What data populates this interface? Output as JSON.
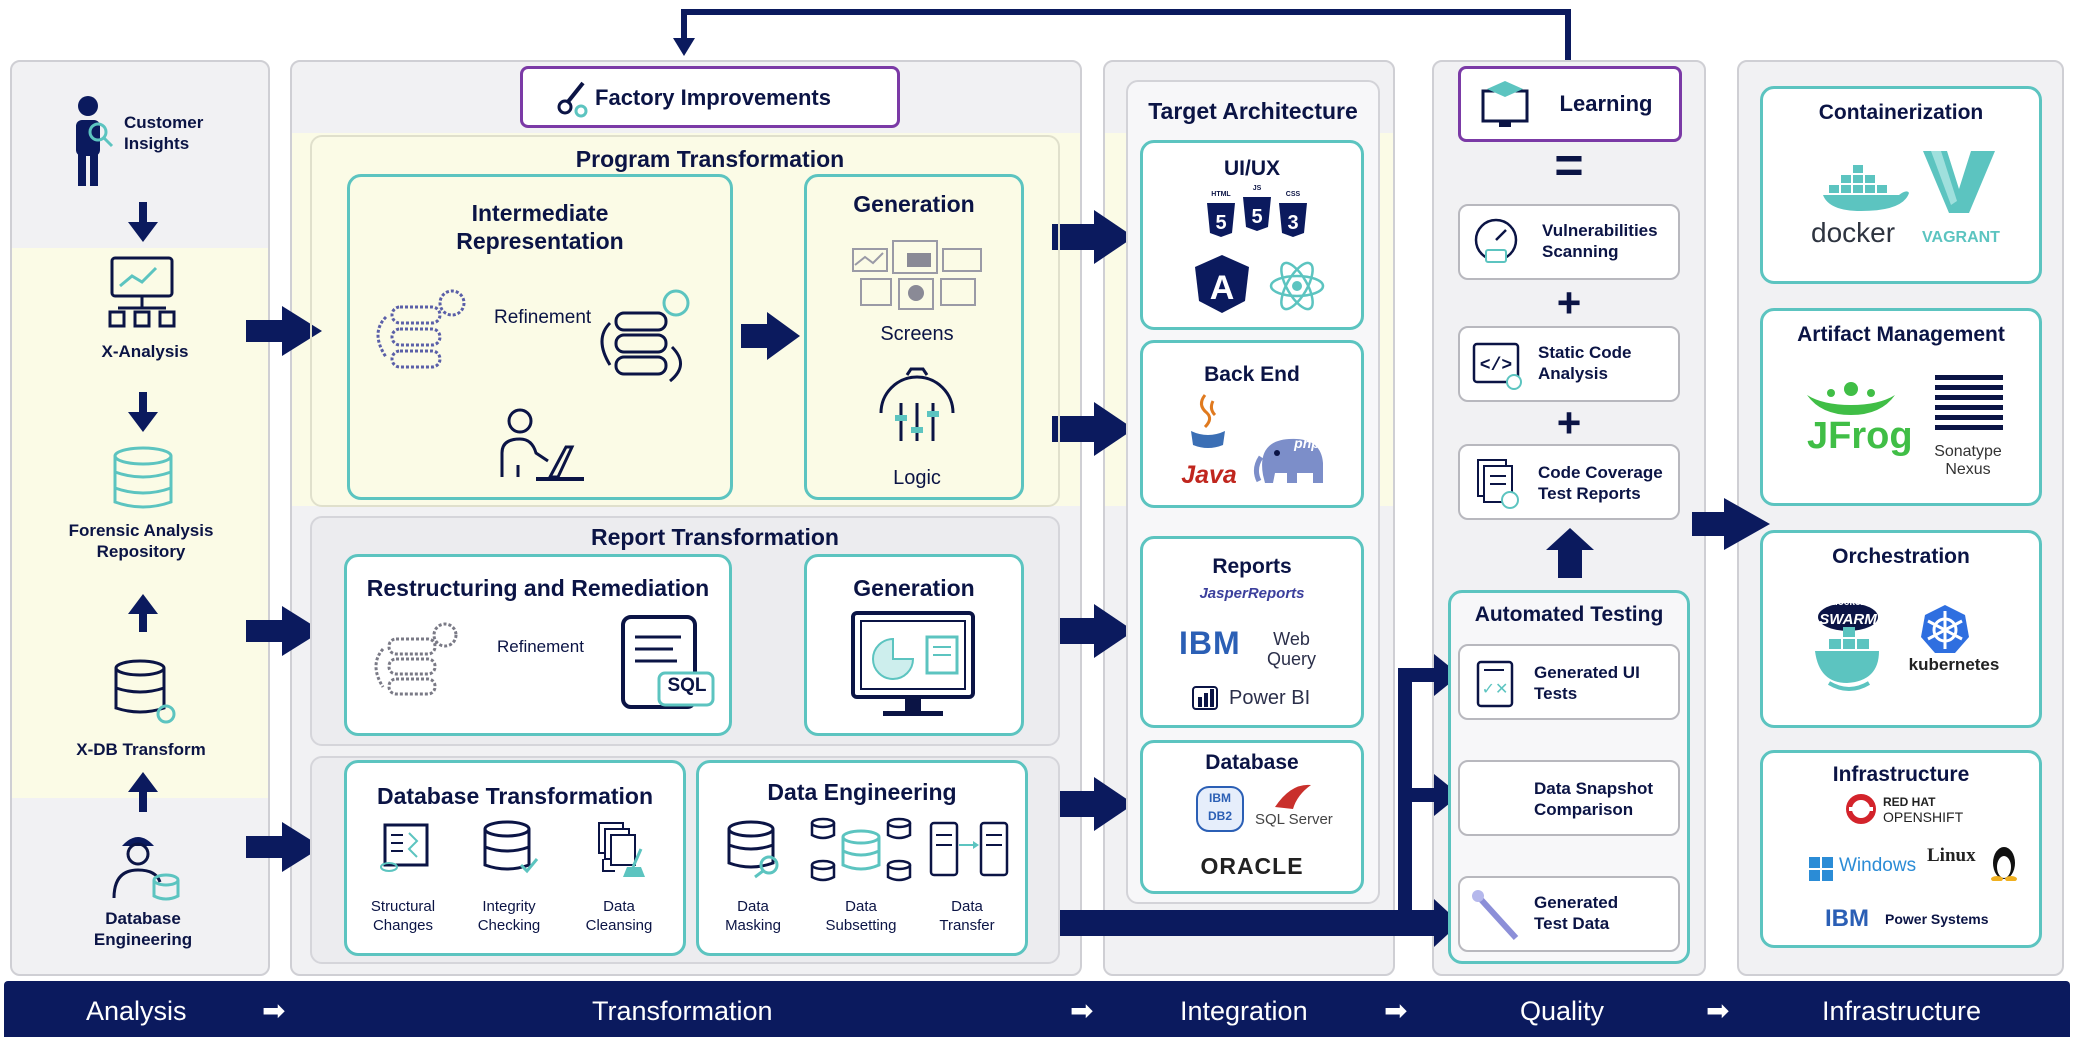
{
  "top_pills": {
    "factory": "Factory Improvements",
    "learning": "Learning"
  },
  "analysis": {
    "customer": "Customer\nInsights",
    "x_analysis": "X-Analysis",
    "forensic": "Forensic Analysis\nRepository",
    "xdb": "X-DB Transform",
    "db_eng": "Database\nEngineering"
  },
  "program": {
    "title": "Program Transformation",
    "ir_title": "Intermediate\nRepresentation",
    "refinement": "Refinement",
    "gen_title": "Generation",
    "screens": "Screens",
    "logic": "Logic"
  },
  "report": {
    "title": "Report Transformation",
    "rr_title": "Restructuring and Remediation",
    "refinement": "Refinement",
    "sql": "SQL",
    "gen_title": "Generation"
  },
  "database_transformation": {
    "title": "Database Transformation",
    "items": [
      "Structural\nChanges",
      "Integrity\nChecking",
      "Data\nCleansing"
    ]
  },
  "data_engineering": {
    "title": "Data Engineering",
    "items": [
      "Data\nMasking",
      "Data\nSubsetting",
      "Data\nTransfer"
    ]
  },
  "target": {
    "title": "Target Architecture",
    "uiux": "UI/UX",
    "html": "HTML",
    "js": "JS",
    "css": "CSS",
    "backend": "Back End",
    "java": "Java",
    "php": "php",
    "reports": "Reports",
    "jasper": "JasperReports",
    "ibm": "IBM",
    "webquery": "Web\nQuery",
    "powerbi": "Power BI",
    "database": "Database",
    "db2_ibm": "IBM",
    "db2": "DB2",
    "sqlserver": "SQL Server",
    "oracle": "ORACLE"
  },
  "quality": {
    "equals": "=",
    "plus": "+",
    "vuln": "Vulnerabilities\nScanning",
    "static": "Static Code\nAnalysis",
    "coverage": "Code Coverage\nTest Reports",
    "auto_title": "Automated Testing",
    "gen_ui": "Generated UI\nTests",
    "snapshot": "Data Snapshot\nComparison",
    "gen_data": "Generated\nTest Data"
  },
  "infrastructure": {
    "containerization": "Containerization",
    "docker": "docker",
    "vagrant": "VAGRANT",
    "artifact": "Artifact Management",
    "jfrog": "JFrog",
    "sonatype": "Sonatype\nNexus",
    "orchestration": "Orchestration",
    "swarm_top": "docker",
    "swarm": "SWARM",
    "kubernetes": "kubernetes",
    "infra": "Infrastructure",
    "redhat": "RED HAT",
    "openshift": "OPENSHIFT",
    "windows": "Windows",
    "linux": "Linux",
    "ibm": "IBM",
    "power": "Power Systems"
  },
  "footer": {
    "analysis": "Analysis",
    "transformation": "Transformation",
    "integration": "Integration",
    "quality": "Quality",
    "infrastructure": "Infrastructure",
    "arrow": "➡"
  },
  "colors": {
    "navy": "#0b1a5e",
    "teal": "#5cc4c0",
    "purple": "#7b3aa6",
    "yellow": "#fbfbe6",
    "panel": "#f1f1f3"
  }
}
